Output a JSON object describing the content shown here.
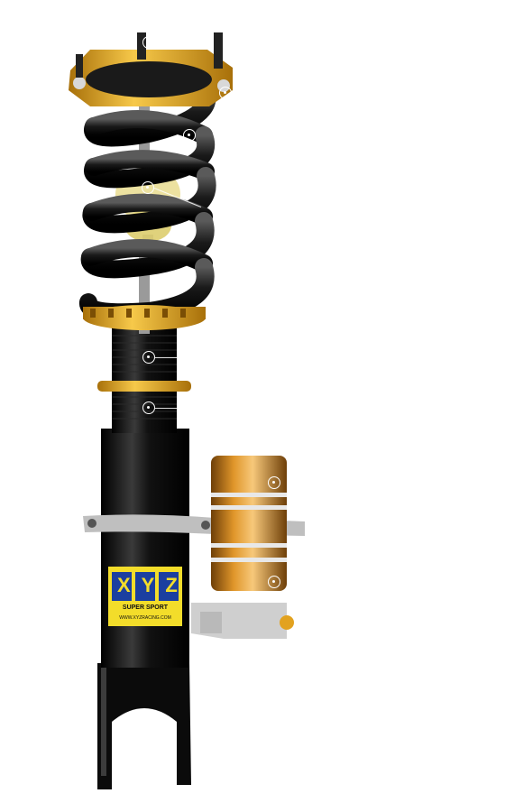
{
  "product": {
    "label_brand": "XYZ",
    "label_line": "SUPER SPORT",
    "label_url": "WWW.XYZRACING.COM"
  },
  "colors": {
    "background": "#ffffff",
    "body_black": "#0d0d0d",
    "gold": "#e2a21f",
    "gold_dark": "#a8700a",
    "bronze": "#c9852a",
    "spring": "#141414",
    "bumper": "#e8d98a",
    "label_yellow": "#f3dd2a",
    "label_blue": "#1b3fa0",
    "silver": "#cfcfcf"
  },
  "hotspots": [
    {
      "name": "top-stud-hotspot"
    },
    {
      "name": "top-mount-hotspot"
    },
    {
      "name": "spring-hotspot"
    },
    {
      "name": "bump-stop-hotspot"
    },
    {
      "name": "threaded-body-hotspot"
    },
    {
      "name": "lower-lock-ring-hotspot"
    },
    {
      "name": "reservoir-upper-hotspot"
    },
    {
      "name": "reservoir-lower-hotspot"
    }
  ]
}
